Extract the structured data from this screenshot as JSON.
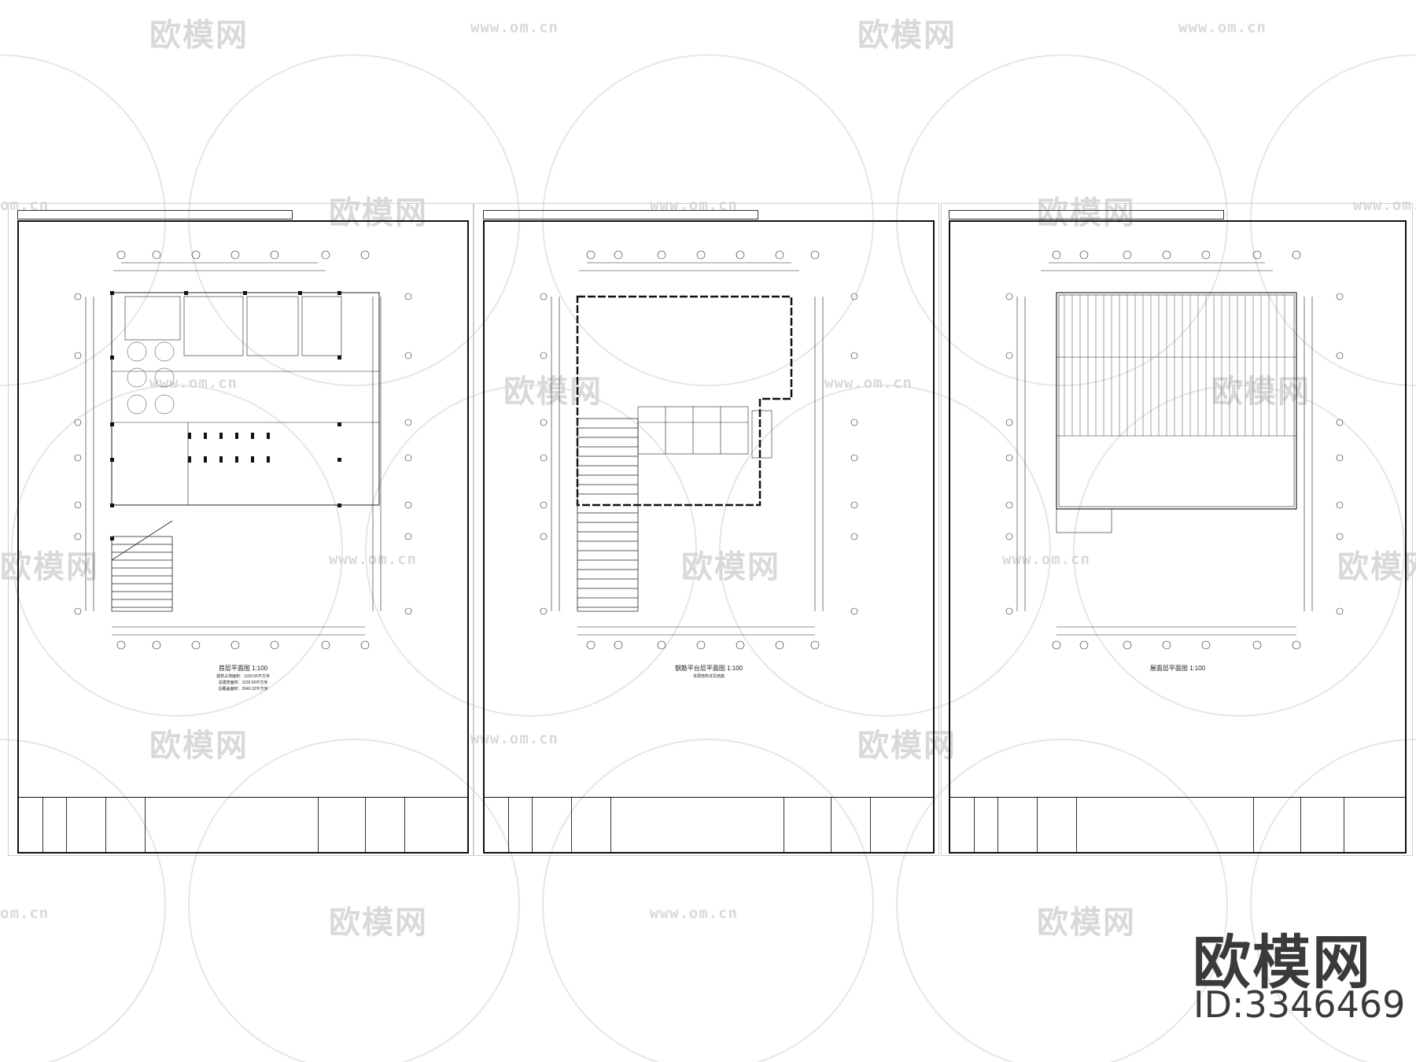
{
  "watermarks": {
    "brand_cn": "欧模网",
    "url": "www.om.cn",
    "url_partial_left": "om.cn",
    "url_partial_mid": "www.om.cn",
    "brand_partial": "欧模网"
  },
  "sheets": [
    {
      "title": "首层平面图",
      "scale": "1:100",
      "notes": [
        "建筑占地面积：1150.56平方米",
        "总建筑面积：1150.56平方米",
        "总覆盖面积：2640.32平方米"
      ]
    },
    {
      "title": "钢筋平台层平面图",
      "scale": "1:100",
      "notes": [
        "本层结构详见结施"
      ]
    },
    {
      "title": "屋面层平面图",
      "scale": "1:100",
      "notes": []
    }
  ],
  "footer": {
    "brand": "欧模网",
    "id_label": "ID:3346469"
  },
  "colors": {
    "watermark": "#d9d9d9",
    "line": "#111111",
    "brand": "#3a3a3a"
  }
}
